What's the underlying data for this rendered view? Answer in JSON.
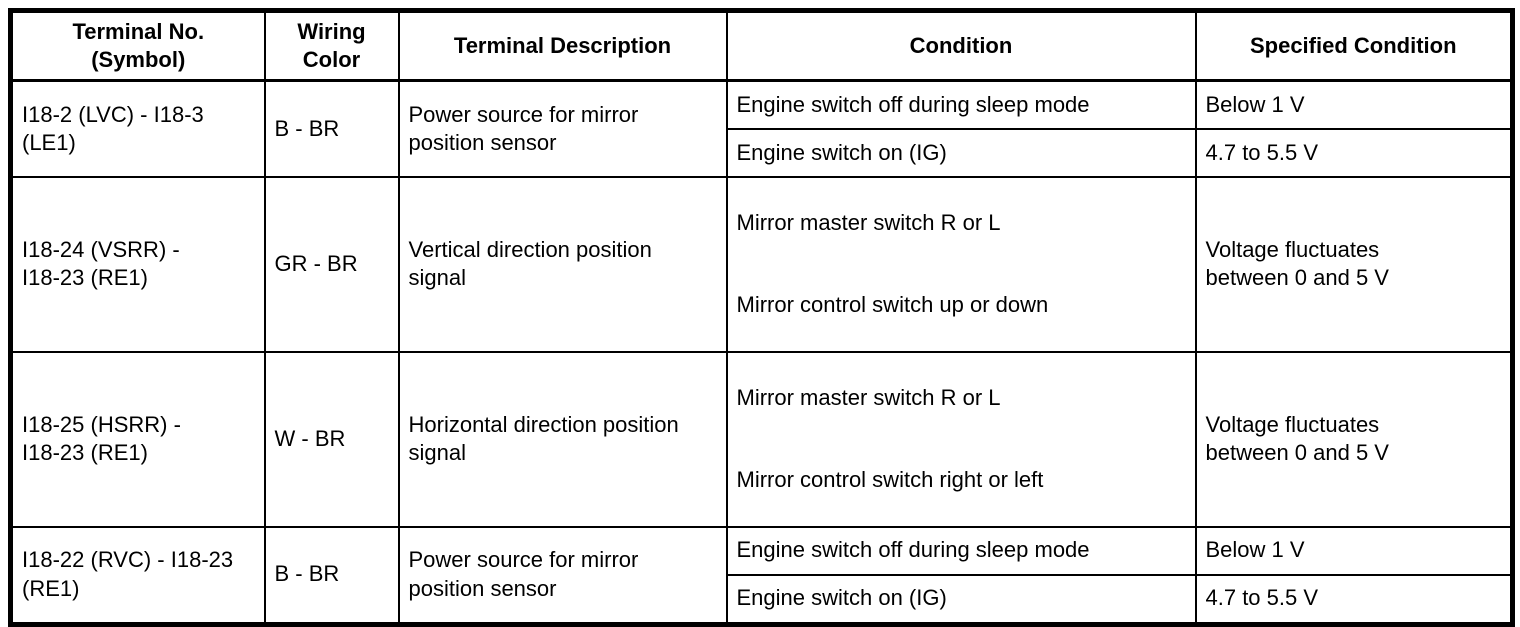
{
  "colors": {
    "border": "#000000",
    "text": "#000000",
    "background": "#ffffff"
  },
  "table": {
    "headers": {
      "terminal": "Terminal No.\n(Symbol)",
      "wiring_color": "Wiring\nColor",
      "description": "Terminal Description",
      "condition": "Condition",
      "specified_condition": "Specified Condition"
    },
    "rows": [
      {
        "terminal": "I18-2 (LVC) - I18-3\n(LE1)",
        "wiring_color": "B - BR",
        "description": "Power source for mirror\nposition sensor",
        "sub_rows": [
          {
            "condition": "Engine switch off during sleep mode",
            "specified": "Below 1 V"
          },
          {
            "condition": "Engine switch on (IG)",
            "specified": "4.7 to 5.5 V"
          }
        ]
      },
      {
        "terminal": "I18-24 (VSRR) -\nI18-23 (RE1)",
        "wiring_color": "GR - BR",
        "description": "Vertical direction position\nsignal",
        "condition_lines": [
          "Mirror master switch R or L",
          "Mirror control switch up or down"
        ],
        "specified": "Voltage fluctuates\nbetween 0 and 5 V"
      },
      {
        "terminal": "I18-25 (HSRR) -\nI18-23 (RE1)",
        "wiring_color": "W - BR",
        "description": "Horizontal direction position\nsignal",
        "condition_lines": [
          "Mirror master switch R or L",
          "Mirror control switch right or left"
        ],
        "specified": "Voltage fluctuates\nbetween 0 and 5 V"
      },
      {
        "terminal": "I18-22 (RVC) - I18-23\n(RE1)",
        "wiring_color": "B - BR",
        "description": "Power source for mirror\nposition sensor",
        "sub_rows": [
          {
            "condition": "Engine switch off during sleep mode",
            "specified": "Below 1 V"
          },
          {
            "condition": "Engine switch on (IG)",
            "specified": "4.7 to 5.5 V"
          }
        ]
      }
    ]
  }
}
